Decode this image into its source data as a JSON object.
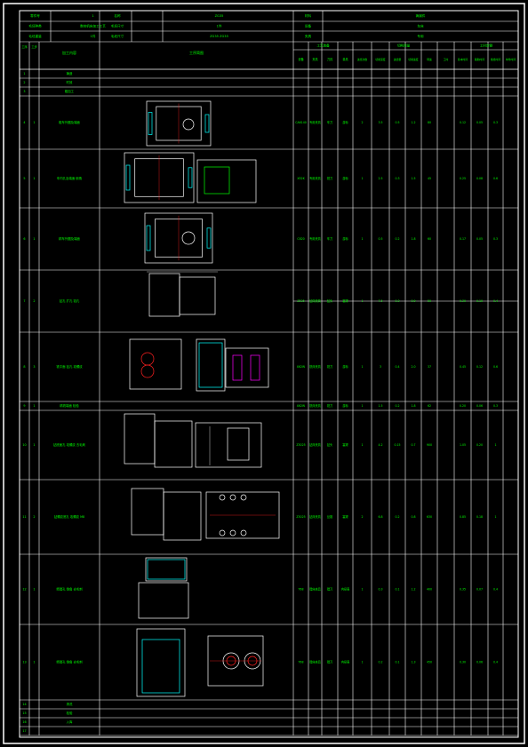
{
  "sheet": {
    "frame_color": "#ffffff",
    "line_color": "#ffffff",
    "text_color": "#00ff00",
    "accent_cyan": "#00ffff",
    "accent_red": "#ff2020",
    "accent_magenta": "#ff00ff",
    "accent_yellow": "#ffff00"
  },
  "header": {
    "row1": [
      "零件号",
      "1",
      "名称",
      "ZG35",
      "材料",
      "铸钢件"
    ],
    "row2": [
      "毛坯种类",
      "数控机床加工工艺",
      "毛坯尺寸",
      "1件",
      "设备",
      "车床"
    ],
    "row3": [
      "毛坯重量",
      "1件",
      "毛坯尺寸",
      "ZG35 ZG35",
      "夹具",
      "专用"
    ]
  },
  "columns": {
    "seq": "工序",
    "step": "工步",
    "name": "加工内容",
    "sketch": "工序简图",
    "group_equipment": "工艺装备",
    "equipment_sub": [
      "设备",
      "夹具",
      "刀具",
      "量具"
    ],
    "group_cutting": "切削用量",
    "cutting_sub": [
      "进给次数",
      "切削深度",
      "进给量",
      "切削速度",
      "转速",
      "工时"
    ],
    "group_time": "工时定额",
    "time_sub": [
      "基本时间",
      "辅助时间",
      "准终时间",
      "单件时间"
    ]
  },
  "rows": [
    {
      "seq": "1",
      "step": "",
      "name": "铸造",
      "vals": []
    },
    {
      "seq": "2",
      "step": "",
      "name": "时效",
      "vals": []
    },
    {
      "seq": "3",
      "step": "",
      "name": "粗加工",
      "vals": []
    },
    {
      "seq": "4",
      "step": "1",
      "name": "粗车外圆及端面",
      "vals": [
        "CA6140",
        "专用夹具",
        "车刀",
        "游标",
        "2",
        "3.5",
        "0.5",
        "1.2",
        "80",
        "0.12",
        "0.05",
        "0.3"
      ]
    },
    {
      "seq": "5",
      "step": "1",
      "name": "车内孔及端面 倒角",
      "vals": [
        "X52K",
        "专用夹具",
        "铣刀",
        "游标",
        "1",
        "2.5",
        "0.3",
        "1.5",
        "45",
        "0.25",
        "0.08",
        "0.6"
      ]
    },
    {
      "seq": "6",
      "step": "1",
      "name": "精车外圆及端面",
      "vals": [
        "C620",
        "专用夹具",
        "车刀",
        "游标",
        "1",
        "0.5",
        "0.2",
        "1.8",
        "60",
        "0.17",
        "0.05",
        "0.3"
      ]
    },
    {
      "seq": "7",
      "step": "2",
      "name": "钻孔 扩孔 铰孔",
      "vals": [
        "Z525",
        "钻床夹具",
        "钻头",
        "塞规",
        "1",
        "7.5",
        "0.3",
        "0.9",
        "50",
        "0.30",
        "0.10",
        "0.4"
      ]
    },
    {
      "seq": "8",
      "step": "3",
      "name": "铣平面 钻孔 攻螺纹",
      "vals": [
        "X62W",
        "铣床夹具",
        "铣刀",
        "游标",
        "1",
        "3",
        "0.4",
        "2.0",
        "37",
        "0.45",
        "0.12",
        "0.6"
      ]
    },
    {
      "seq": "9",
      "step": "1",
      "name": "精铣端面 检验",
      "vals": [
        "X62W",
        "铣床夹具",
        "铣刀",
        "游标",
        "1",
        "1.5",
        "0.2",
        "1.8",
        "62",
        "0.20",
        "0.06",
        "0.3"
      ]
    },
    {
      "seq": "10",
      "step": "1",
      "name": "钻底面孔 攻螺纹 去毛刺",
      "vals": [
        "Z3025",
        "钻床夹具",
        "钻头",
        "塞规",
        "1",
        "4.2",
        "0.15",
        "0.7",
        "900",
        "1.05",
        "0.20",
        "1"
      ]
    },
    {
      "seq": "11",
      "step": "2",
      "name": "钻螺纹底孔 攻螺纹 M8",
      "vals": [
        "Z3025",
        "钻床夹具",
        "丝锥",
        "塞规",
        "2",
        "6.8",
        "0.2",
        "0.8",
        "630",
        "0.85",
        "0.18",
        "1"
      ]
    },
    {
      "seq": "12",
      "step": "1",
      "name": "精镗孔 倒角 去毛刺",
      "vals": [
        "T68",
        "镗床夹具",
        "镗刀",
        "内径表",
        "1",
        "0.3",
        "0.1",
        "1.2",
        "400",
        "0.35",
        "0.07",
        "0.4"
      ]
    },
    {
      "seq": "13",
      "step": "1",
      "name": "精镗孔 倒角 去毛刺",
      "vals": [
        "T68",
        "镗床夹具",
        "镗刀",
        "内径表",
        "1",
        "0.2",
        "0.1",
        "1.3",
        "450",
        "0.30",
        "0.06",
        "0.4"
      ]
    },
    {
      "seq": "14",
      "step": "",
      "name": "清洗",
      "vals": []
    },
    {
      "seq": "15",
      "step": "",
      "name": "检验",
      "vals": []
    },
    {
      "seq": "16",
      "step": "",
      "name": "入库",
      "vals": []
    },
    {
      "seq": "17",
      "step": "",
      "name": "",
      "vals": []
    }
  ]
}
